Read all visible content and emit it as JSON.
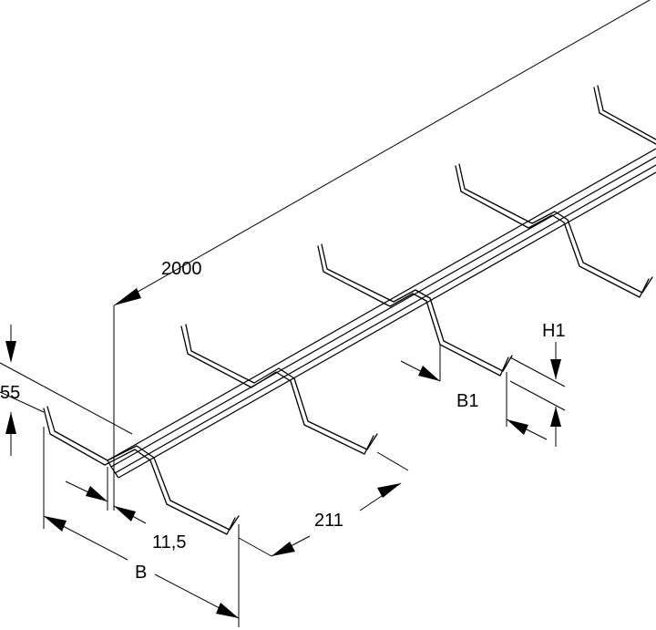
{
  "labels": {
    "length": "2000",
    "height": "55",
    "width_inner": "211",
    "gap": "11,5",
    "width_outer": "B",
    "flange_width": "B1",
    "flange_height": "H1"
  }
}
